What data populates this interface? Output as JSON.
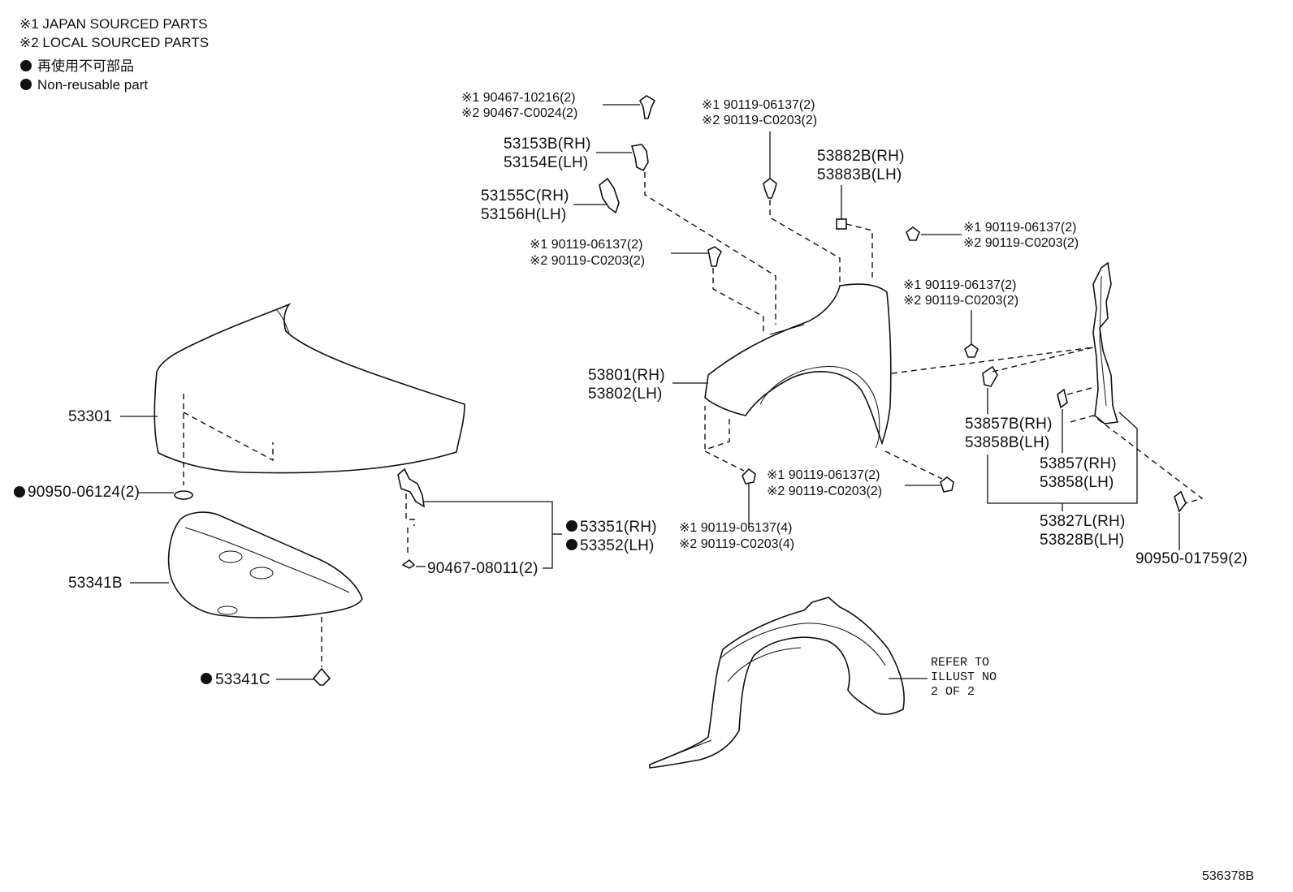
{
  "legend": {
    "japan": "※1 JAPAN SOURCED PARTS",
    "local": "※2 LOCAL SOURCED PARTS",
    "nonreuse_jp": "再使用不可部品",
    "nonreuse_en": "Non-reusable part"
  },
  "labels": {
    "clip_top_1": "※1 90467-10216(2)",
    "clip_top_2": "※2 90467-C0024(2)",
    "p53153": "53153B(RH)",
    "p53154": "53154E(LH)",
    "p53155": "53155C(RH)",
    "p53156": "53156H(LH)",
    "bolt_a1": "※1 90119-06137(2)",
    "bolt_a2": "※2 90119-C0203(2)",
    "bolt_b1": "※1 90119-06137(2)",
    "bolt_b2": "※2 90119-C0203(2)",
    "p53882": "53882B(RH)",
    "p53883": "53883B(LH)",
    "bolt_c1": "※1 90119-06137(2)",
    "bolt_c2": "※2 90119-C0203(2)",
    "bolt_d1": "※1 90119-06137(2)",
    "bolt_d2": "※2 90119-C0203(2)",
    "p53801": "53801(RH)",
    "p53802": "53802(LH)",
    "p53301": "53301",
    "p90950_06124": "90950-06124(2)",
    "p53351": "53351(RH)",
    "p53352": "53352(LH)",
    "p90467_08011": "90467-08011(2)",
    "bolt_e1": "※1 90119-06137(2)",
    "bolt_e2": "※2 90119-C0203(2)",
    "bolt_f1": "※1 90119-06137(4)",
    "bolt_f2": "※2 90119-C0203(4)",
    "p53857b": "53857B(RH)",
    "p53858b": "53858B(LH)",
    "p53857": "53857(RH)",
    "p53858": "53858(LH)",
    "p53827": "53827L(RH)",
    "p53828": "53828B(LH)",
    "p90950_01759": "90950-01759(2)",
    "p53341b": "53341B",
    "p53341c": "53341C",
    "refer1": "REFER TO",
    "refer2": "ILLUST NO",
    "refer3": "2 OF 2",
    "diagram_id": "536378B"
  }
}
